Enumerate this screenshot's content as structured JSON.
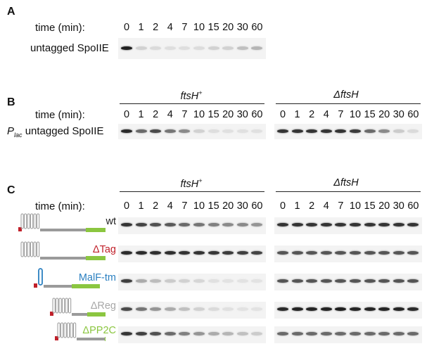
{
  "panels": {
    "A": {
      "letter": "A",
      "time_label": "time (min):",
      "row_label": "untagged SpoIIE"
    },
    "B": {
      "letter": "B",
      "time_label": "time (min):",
      "row_label_prefix": "P",
      "row_label_sub": "lac",
      "row_label": " untagged SpoIIE",
      "genotypes": [
        "ftsH",
        "ΔftsH"
      ],
      "genotype_sup": "+"
    },
    "C": {
      "letter": "C",
      "time_label": "time (min):",
      "genotypes": [
        "ftsH",
        "ΔftsH"
      ],
      "genotype_sup": "+",
      "constructs": [
        {
          "label": "wt",
          "color": "#222222"
        },
        {
          "label": "ΔTag",
          "color": "#c0202a"
        },
        {
          "label": "MalF-tm",
          "color": "#2a7fc0"
        },
        {
          "label": "ΔReg",
          "color": "#a8a8a8"
        },
        {
          "label": "ΔPP2C",
          "color": "#8bc640"
        }
      ]
    }
  },
  "timepoints": [
    "0",
    "1",
    "2",
    "4",
    "7",
    "10",
    "15",
    "20",
    "30",
    "60"
  ],
  "band_intensity": {
    "A": [
      0.95,
      0.12,
      0.08,
      0.06,
      0.06,
      0.07,
      0.12,
      0.12,
      0.2,
      0.25
    ],
    "B_wt": [
      0.9,
      0.6,
      0.75,
      0.55,
      0.45,
      0.12,
      0.06,
      0.05,
      0.05,
      0.05
    ],
    "B_del": [
      0.85,
      0.85,
      0.85,
      0.85,
      0.85,
      0.82,
      0.6,
      0.45,
      0.15,
      0.08
    ],
    "C_wt": [
      [
        0.85,
        0.78,
        0.72,
        0.68,
        0.6,
        0.55,
        0.5,
        0.45,
        0.45,
        0.4
      ],
      [
        0.9,
        0.9,
        0.88,
        0.88,
        0.86,
        0.86,
        0.84,
        0.82,
        0.8,
        0.78
      ],
      [
        0.8,
        0.3,
        0.22,
        0.15,
        0.12,
        0.1,
        0.05,
        0.04,
        0.04,
        0.04
      ],
      [
        0.75,
        0.55,
        0.4,
        0.3,
        0.2,
        0.12,
        0.08,
        0.05,
        0.04,
        0.04
      ],
      [
        0.85,
        0.8,
        0.72,
        0.6,
        0.5,
        0.4,
        0.3,
        0.25,
        0.2,
        0.15
      ]
    ],
    "C_del": [
      [
        0.85,
        0.85,
        0.85,
        0.85,
        0.85,
        0.85,
        0.85,
        0.85,
        0.85,
        0.85
      ],
      [
        0.7,
        0.7,
        0.7,
        0.7,
        0.7,
        0.7,
        0.7,
        0.7,
        0.7,
        0.7
      ],
      [
        0.7,
        0.7,
        0.7,
        0.7,
        0.7,
        0.7,
        0.7,
        0.7,
        0.7,
        0.7
      ],
      [
        0.9,
        0.92,
        0.92,
        0.92,
        0.95,
        0.92,
        0.92,
        0.92,
        0.92,
        0.9
      ],
      [
        0.6,
        0.6,
        0.6,
        0.6,
        0.6,
        0.6,
        0.6,
        0.6,
        0.6,
        0.6
      ]
    ]
  }
}
